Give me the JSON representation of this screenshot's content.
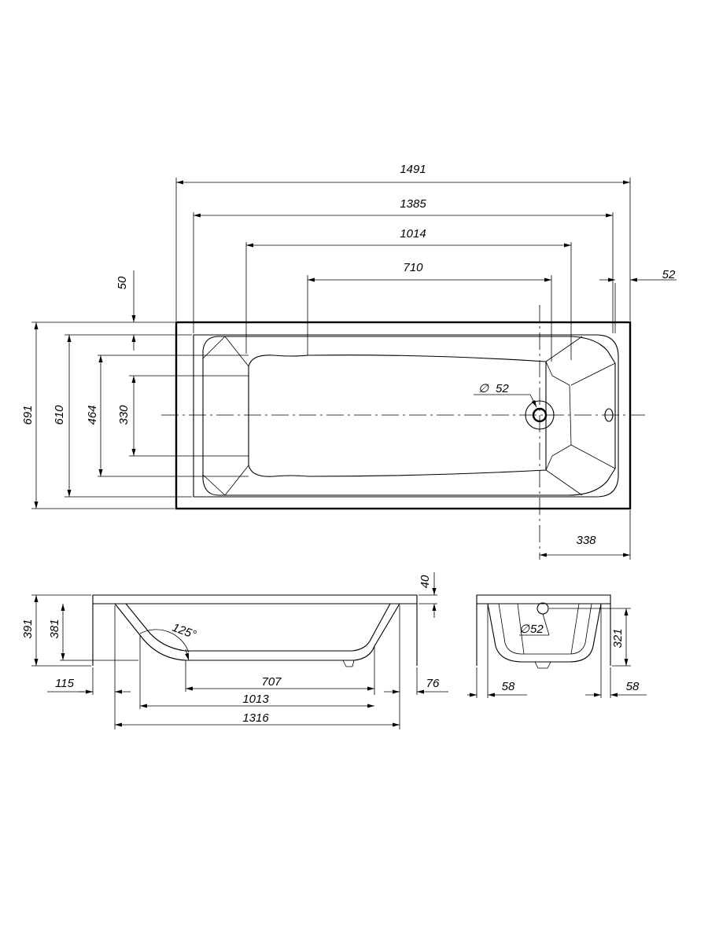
{
  "colors": {
    "line": "#000000",
    "background": "#ffffff"
  },
  "top_view": {
    "dimensions": {
      "overall_length": "1491",
      "inner_length": "1385",
      "bottom_length": "1014",
      "flat_length": "710",
      "rim_width": "52",
      "rim_top": "50",
      "overall_width": "691",
      "inner_width": "610",
      "bottom_width": "464",
      "flat_width": "330",
      "drain_diameter": "52",
      "drain_offset": "338"
    }
  },
  "side_view": {
    "dimensions": {
      "overall_height": "391",
      "inner_depth": "381",
      "rim_thickness": "40",
      "backrest_angle": "125°",
      "flat_bottom": "707",
      "bottom_length": "1013",
      "inner_bottom_length": "1316",
      "left_offset": "115",
      "right_offset": "76"
    }
  },
  "end_view": {
    "dimensions": {
      "overflow_diameter": "52",
      "overflow_height": "321",
      "left_offset": "58",
      "right_offset": "58"
    }
  }
}
